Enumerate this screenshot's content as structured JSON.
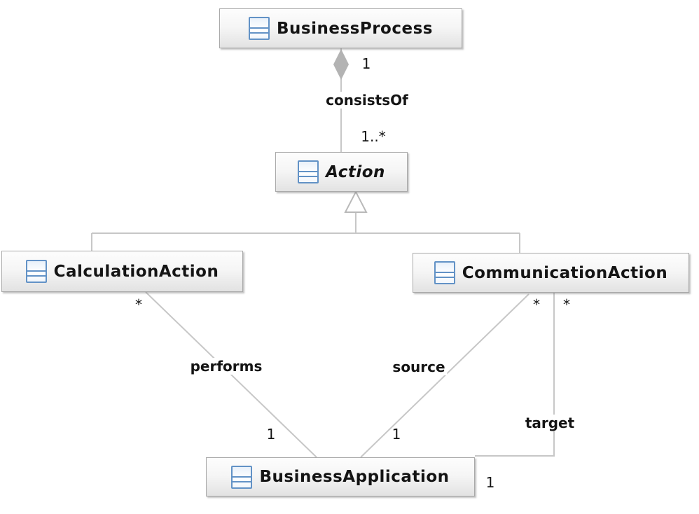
{
  "diagram": {
    "type": "uml-class-diagram",
    "classes": [
      {
        "name": "BusinessProcess",
        "abstract": false,
        "icon": "class-icon"
      },
      {
        "name": "Action",
        "abstract": true,
        "icon": "class-icon"
      },
      {
        "name": "CalculationAction",
        "abstract": false,
        "icon": "class-icon"
      },
      {
        "name": "CommunicationAction",
        "abstract": false,
        "icon": "class-icon"
      },
      {
        "name": "BusinessApplication",
        "abstract": false,
        "icon": "class-icon"
      }
    ],
    "relationships": [
      {
        "type": "composition",
        "name": "consistsOf",
        "from": "BusinessProcess",
        "to": "Action",
        "from_multiplicity": "1",
        "to_multiplicity": "1..*"
      },
      {
        "type": "generalization",
        "parent": "Action",
        "children": [
          "CalculationAction",
          "CommunicationAction"
        ]
      },
      {
        "type": "association",
        "name": "performs",
        "from": "CalculationAction",
        "to": "BusinessApplication",
        "from_multiplicity": "*",
        "to_multiplicity": "1"
      },
      {
        "type": "association",
        "name": "source",
        "from": "CommunicationAction",
        "to": "BusinessApplication",
        "from_multiplicity": "*",
        "to_multiplicity": "1"
      },
      {
        "type": "association",
        "name": "target",
        "from": "CommunicationAction",
        "to": "BusinessApplication",
        "from_multiplicity": "*",
        "to_multiplicity": "1"
      }
    ],
    "colors": {
      "background": "#ffffff",
      "node_border": "#a9a9a9",
      "node_fill_top": "#fdfdfd",
      "node_fill_bottom": "#e2e2e2",
      "class_icon_blue": "#6292c6",
      "edge_gray": "#c7c7c7",
      "diamond_gray": "#b3b3b3",
      "text": "#141414"
    }
  }
}
